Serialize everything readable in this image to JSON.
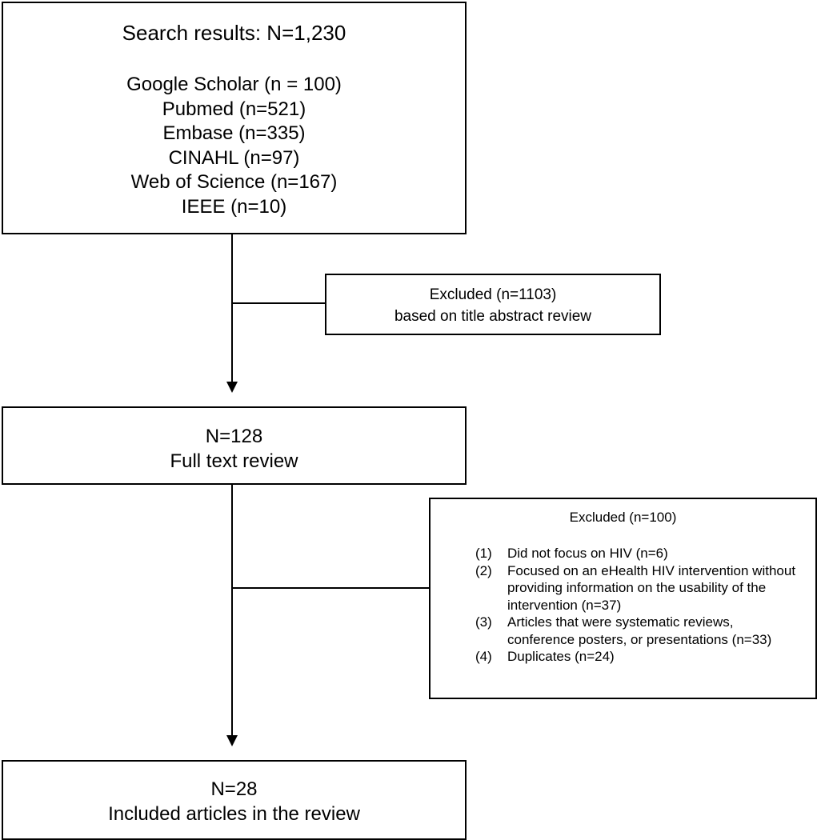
{
  "search": {
    "title": "Search results: N=1,230",
    "sources": [
      "Google Scholar (n = 100)",
      "Pubmed (n=521)",
      "Embase (n=335)",
      "CINAHL (n=97)",
      "Web of Science (n=167)",
      "IEEE (n=10)"
    ]
  },
  "excluded_first": {
    "line1": "Excluded (n=1103)",
    "line2": "based on title abstract review"
  },
  "full_text": {
    "line1": "N=128",
    "line2": "Full text review"
  },
  "excluded_second": {
    "title": "Excluded (n=100)",
    "reasons": [
      {
        "num": "(1)",
        "text": "Did not focus on HIV (n=6)"
      },
      {
        "num": "(2)",
        "text": "Focused on an eHealth HIV intervention without providing information on the usability of the intervention (n=37)"
      },
      {
        "num": "(3)",
        "text": "Articles that were systematic reviews, conference posters, or presentations (n=33)"
      },
      {
        "num": "(4)",
        "text": "Duplicates (n=24)"
      }
    ]
  },
  "included": {
    "line1": "N=28",
    "line2": "Included articles in the review"
  }
}
